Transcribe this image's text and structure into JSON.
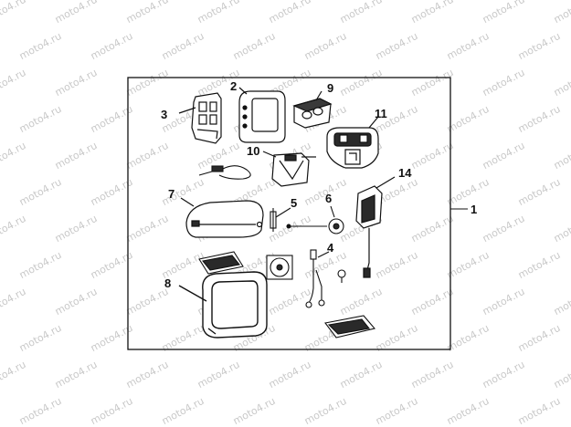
{
  "watermark": "moto4.ru",
  "callouts": [
    {
      "id": "label-1",
      "text": "1"
    },
    {
      "id": "label-2",
      "text": "2"
    },
    {
      "id": "label-3",
      "text": "3"
    },
    {
      "id": "label-4",
      "text": "4"
    },
    {
      "id": "label-5",
      "text": "5"
    },
    {
      "id": "label-6",
      "text": "6"
    },
    {
      "id": "label-7",
      "text": "7"
    },
    {
      "id": "label-8",
      "text": "8"
    },
    {
      "id": "label-9",
      "text": "9"
    },
    {
      "id": "label-10",
      "text": "10"
    },
    {
      "id": "label-11",
      "text": "11"
    },
    {
      "id": "label-14",
      "text": "14"
    }
  ],
  "colors": {
    "line": "#111111",
    "fill_dark": "#2a2a2a",
    "fill_light": "#ffffff",
    "watermark": "#c9c9c9"
  }
}
